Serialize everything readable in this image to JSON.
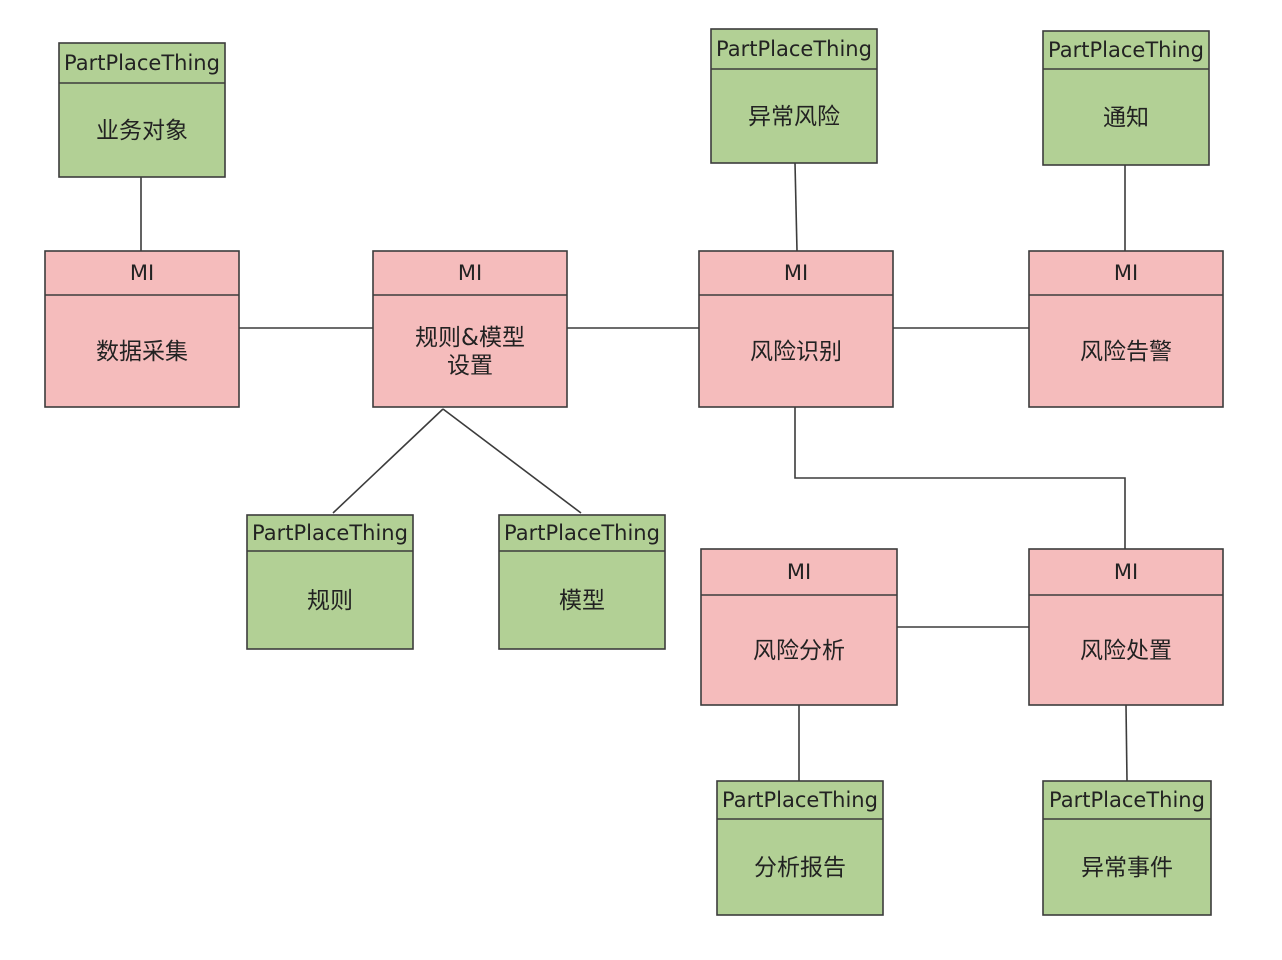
{
  "colors": {
    "mi_fill": "#f5bcbc",
    "ppt_fill": "#b2d095",
    "stroke": "#3c3c3c",
    "line": "#3c3c3c"
  },
  "nodes": {
    "biz_obj": {
      "kind": "ppt",
      "header": "PartPlaceThing",
      "body": [
        "业务对象"
      ]
    },
    "collect": {
      "kind": "mi",
      "header": "MI",
      "body": [
        "数据采集"
      ]
    },
    "rules": {
      "kind": "mi",
      "header": "MI",
      "body": [
        "规则&模型",
        "设置"
      ]
    },
    "identify": {
      "kind": "mi",
      "header": "MI",
      "body": [
        "风险识别"
      ]
    },
    "alert": {
      "kind": "mi",
      "header": "MI",
      "body": [
        "风险告警"
      ]
    },
    "abn_risk": {
      "kind": "ppt",
      "header": "PartPlaceThing",
      "body": [
        "异常风险"
      ]
    },
    "notice": {
      "kind": "ppt",
      "header": "PartPlaceThing",
      "body": [
        "通知"
      ]
    },
    "rule": {
      "kind": "ppt",
      "header": "PartPlaceThing",
      "body": [
        "规则"
      ]
    },
    "model": {
      "kind": "ppt",
      "header": "PartPlaceThing",
      "body": [
        "模型"
      ]
    },
    "analyze": {
      "kind": "mi",
      "header": "MI",
      "body": [
        "风险分析"
      ]
    },
    "handle": {
      "kind": "mi",
      "header": "MI",
      "body": [
        "风险处置"
      ]
    },
    "report": {
      "kind": "ppt",
      "header": "PartPlaceThing",
      "body": [
        "分析报告"
      ]
    },
    "abn_event": {
      "kind": "ppt",
      "header": "PartPlaceThing",
      "body": [
        "异常事件"
      ]
    }
  },
  "edges": [
    [
      "biz_obj",
      "collect"
    ],
    [
      "collect",
      "rules"
    ],
    [
      "rules",
      "identify"
    ],
    [
      "identify",
      "alert"
    ],
    [
      "abn_risk",
      "identify"
    ],
    [
      "notice",
      "alert"
    ],
    [
      "rules",
      "rule"
    ],
    [
      "rules",
      "model"
    ],
    [
      "identify",
      "handle"
    ],
    [
      "analyze",
      "handle"
    ],
    [
      "analyze",
      "report"
    ],
    [
      "handle",
      "abn_event"
    ]
  ]
}
